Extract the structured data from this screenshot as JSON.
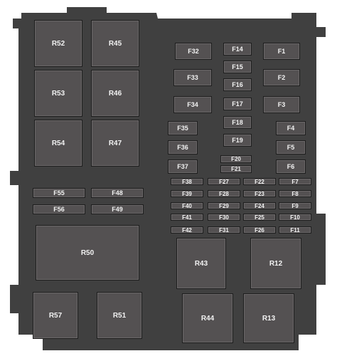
{
  "colors": {
    "housing": "#404040",
    "component": "#545152",
    "outline": "#1e1e1e",
    "label": "#f2f2f2"
  },
  "relays": [
    "R52",
    "R45",
    "R53",
    "R46",
    "R54",
    "R47",
    "R50",
    "R43",
    "R12",
    "R57",
    "R51",
    "R44",
    "R13"
  ],
  "fuses": [
    "F55",
    "F48",
    "F56",
    "F49",
    "F32",
    "F14",
    "F1",
    "F15",
    "F33",
    "F2",
    "F16",
    "F34",
    "F17",
    "F3",
    "F18",
    "F35",
    "F4",
    "F19",
    "F36",
    "F5",
    "F20",
    "F37",
    "F21",
    "F6",
    "F38",
    "F27",
    "F22",
    "F7",
    "F39",
    "F28",
    "F23",
    "F8",
    "F40",
    "F29",
    "F24",
    "F9",
    "F41",
    "F30",
    "F25",
    "F10",
    "F42",
    "F31",
    "F26",
    "F11"
  ]
}
